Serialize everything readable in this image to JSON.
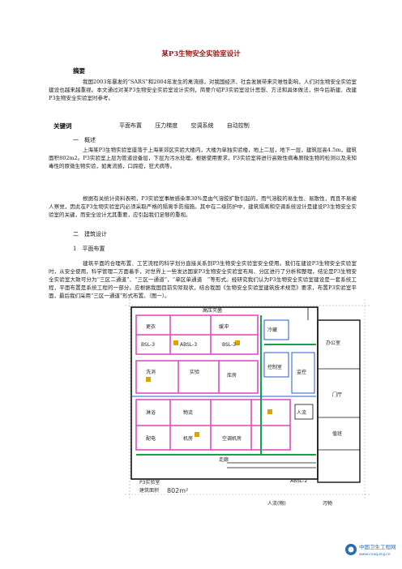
{
  "title": "某P3生物安全实验室设计",
  "abstract": {
    "heading": "摘要",
    "text": "我国2003年暴发的“SARS”和2004年发生的禽流感，对我国经济、社会发展带来灾难性影响，人们对生物安全实验室建设也越来越重视。本文通过对某P3生物安全实验室设计实例，简要介绍P3实验室设计思想、方法和具体做法，供今后新建、改建P3生物安全实验室时参考。"
  },
  "keywords": {
    "label": "关键词",
    "items": [
      "平面布置",
      "压力梯度",
      "空调系统",
      "自动控制"
    ]
  },
  "section1": {
    "heading": "一　概述",
    "p1": "上海某P3生物实验室座落于上海某郊区实验大楼内，大楼为单独实验楼，地上二层，地下一层，建筑层高4.5m，建筑面积802m2。P3实验室上层为管道设备层，下层为污水处理。根据使用要求，P3实验室将进行高致性病毒原微生物的检测以及未知毒性的原微生物实验，如禽流感，口蹄疫，狂犬病等。",
    "p2": "根据有关统计资料表明，P3实验室事故感染率30%是由气溶胶扩散引起的，而气溶胶的易生性、易散性，而且不易被人察觉，因此在P3生物实验室内必须采取严格的隔离手防措施。其中在二级防护中，建筑隔离和空调系统设计是建设P3生物安全实验室的关键，而安全设计尤其重要，应引起我们足够的重视。"
  },
  "section2": {
    "heading": "二　建筑设计",
    "sub1": "1　平面布置",
    "p1": "建筑平面的合理布置、工艺流程的科学划分直接关系到P3生物安全实验室安全使用。我们在建设P3生物安全实验室时，从安全使用，科学管理二方面着手，对世界上一些发达国家P3生物安全实验室布局、分区进行了分析和整理，结论是P3生物安全实验室大致可分为“三区二通道”、“三区一通道”，“单区单通道　”等形式。经研究我们认为P3生物安全实验室建设是一套系统工程，平面布置是系统工程的一部分。应根据我国目前实际现状，结合我国《生物安全实验室建筑技术规范》要求，布置P3实验室平面，最后我们采用“三区一通道”形式布置。（图一）。"
  },
  "plan": {
    "rooms": [
      "高压灭菌",
      "更衣",
      "BSL-3",
      "ABSL-3",
      "BSL-3",
      "缓冲",
      "洗消",
      "实验",
      "库房",
      "冷藏",
      "办公室",
      "门厅",
      "控制室",
      "监控",
      "值班",
      "淋浴",
      "人流",
      "物流",
      "走廊",
      "配电",
      "机房",
      "空调机房"
    ],
    "area_label": "P3实验室",
    "area_value": "802m²",
    "area_prefix": "建筑面积",
    "axis_labels": [
      "ABSL-2",
      "人流(物)",
      "污物"
    ]
  },
  "logo": {
    "cn": "中国卫生工程网",
    "url": "www.cnaq.org.cn"
  },
  "colors": {
    "title": "#a01818",
    "plan_pink": "#e040c0",
    "plan_green": "#1aa04a",
    "plan_blue": "#2a5ad0",
    "plan_orange": "#e0a000",
    "plan_black": "#111111"
  }
}
